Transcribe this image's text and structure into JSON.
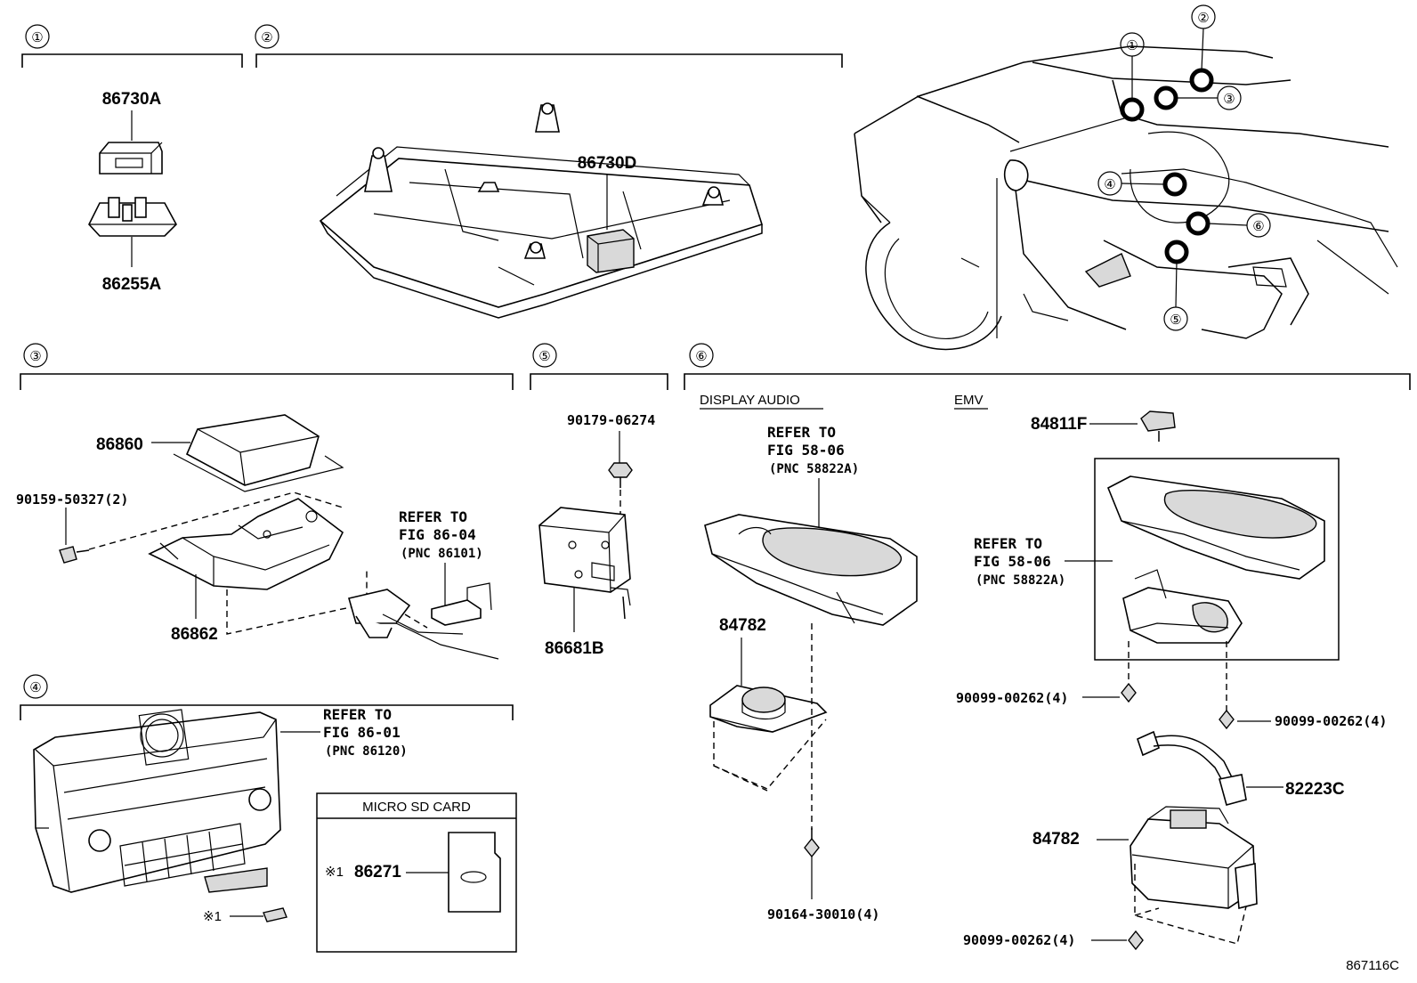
{
  "sections": [
    {
      "id": "1",
      "label": "①"
    },
    {
      "id": "2",
      "label": "②"
    },
    {
      "id": "3",
      "label": "③"
    },
    {
      "id": "4",
      "label": "④"
    },
    {
      "id": "5",
      "label": "⑤"
    },
    {
      "id": "6",
      "label": "⑥"
    }
  ],
  "vehicle_callouts": [
    "①",
    "②",
    "③",
    "④",
    "⑤",
    "⑥"
  ],
  "part_numbers": {
    "p86730A": "86730A",
    "p86255A": "86255A",
    "p86730D": "86730D",
    "p86860": "86860",
    "p90159": "90159-50327(2)",
    "p86862": "86862",
    "p90179": "90179-06274",
    "p86681B": "86681B",
    "p84782a": "84782",
    "p90164": "90164-30010(4)",
    "p84811F": "84811F",
    "p90099a": "90099-00262(4)",
    "p90099b": "90099-00262(4)",
    "p82223C": "82223C",
    "p84782b": "84782",
    "p90099c": "90099-00262(4)",
    "p86271": "86271"
  },
  "refs": {
    "r1": {
      "line1": "REFER TO",
      "line2": "FIG 86-04",
      "pnc": "(PNC 86101)"
    },
    "r2": {
      "line1": "REFER TO",
      "line2": "FIG 86-01",
      "pnc": "(PNC 86120)"
    },
    "r3": {
      "line1": "REFER TO",
      "line2": "FIG 58-06",
      "pnc": "(PNC 58822A)"
    },
    "r4": {
      "line1": "REFER TO",
      "line2": "FIG 58-06",
      "pnc": "(PNC 58822A)"
    }
  },
  "headers": {
    "display_audio": "DISPLAY AUDIO",
    "emv": "EMV",
    "micro_sd": "MICRO SD CARD"
  },
  "note_mark": "※1",
  "note_mark_2": "※1",
  "diagram_id": "867116C"
}
